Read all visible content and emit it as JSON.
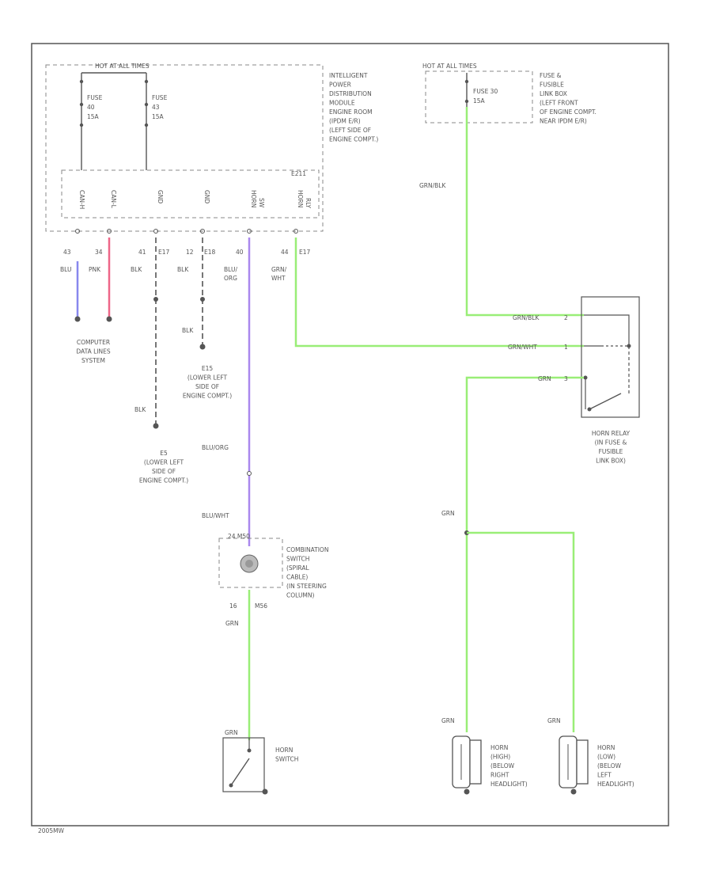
{
  "colors": {
    "frame": "#555555",
    "grn": "#99ee77",
    "blu": "#8888ee",
    "blu_org": "#aa88ee",
    "pnk": "#ee6688",
    "blk": "#555555",
    "dashed_box": "#888888"
  },
  "ipdm": {
    "hot_label": "HOT AT ALL TIMES",
    "fuse1": [
      "FUSE",
      "40",
      "15A"
    ],
    "fuse2": [
      "FUSE",
      "43",
      "15A"
    ],
    "desc": [
      "INTELLIGENT",
      "POWER",
      "DISTRIBUTION",
      "MODULE",
      "ENGINE ROOM",
      "(IPDM E/R)",
      "(LEFT SIDE OF",
      "ENGINE COMPT.)"
    ],
    "conn_label": "E211",
    "pins": [
      "CAN-H",
      "CAN-L",
      "GND",
      "GND",
      "HORN",
      "HORN"
    ],
    "pin_sub": [
      "",
      "",
      "",
      "",
      "SW",
      "RLY"
    ]
  },
  "fuse_link_box": {
    "hot_label": "HOT AT ALL TIMES",
    "fuse": [
      "FUSE 30",
      "15A"
    ],
    "desc": [
      "FUSE &",
      "FUSIBLE",
      "LINK BOX",
      "(LEFT FRONT",
      "OF ENGINE COMPT.",
      "NEAR IPDM E/R)"
    ]
  },
  "wires": {
    "w1": {
      "pin": "43",
      "color": "BLU"
    },
    "w2": {
      "pin": "34",
      "color": "PNK"
    },
    "w3": {
      "pin": "41",
      "conn": "E17",
      "color": "BLK"
    },
    "w4": {
      "pin": "12",
      "conn": "E18",
      "color": "BLK"
    },
    "w5": {
      "pin": "40",
      "color_a": "BLU/",
      "color_b": "ORG"
    },
    "w6": {
      "pin": "44",
      "conn": "E17",
      "color_a": "GRN/",
      "color_b": "WHT"
    },
    "grn_blk_top": "GRN/BLK",
    "relay_in1": {
      "color": "GRN/BLK",
      "pin": "2"
    },
    "relay_in2": {
      "color": "GRN/WHT",
      "pin": "1"
    },
    "relay_out": {
      "color": "GRN",
      "pin": "3"
    },
    "blk_e15": "BLK",
    "blk_e5": "BLK",
    "blu_org_mid": "BLU/ORG",
    "blu_wht": "BLU/WHT",
    "grn_right": "GRN",
    "grn_horn_sw": "GRN",
    "grn_horn_sw_top": "GRN",
    "grn_horn_hi": "GRN",
    "grn_horn_lo": "GRN"
  },
  "computer_data": [
    "COMPUTER",
    "DATA LINES",
    "SYSTEM"
  ],
  "ground_e15": [
    "E15",
    "(LOWER LEFT",
    "SIDE OF",
    "ENGINE COMPT.)"
  ],
  "ground_e5": [
    "E5",
    "(LOWER LEFT",
    "SIDE OF",
    "ENGINE COMPT.)"
  ],
  "horn_relay": [
    "HORN RELAY",
    "(IN FUSE &",
    "FUSIBLE",
    "LINK BOX)"
  ],
  "combination_switch": {
    "conn": "24  M50",
    "pins": [
      "16",
      "M56"
    ],
    "desc": [
      "COMBINATION",
      "SWITCH",
      "(SPIRAL",
      "CABLE)",
      "(IN STEERING",
      "COLUMN)"
    ]
  },
  "horn_switch": [
    "HORN",
    "SWITCH"
  ],
  "horn_high": [
    "HORN",
    "(HIGH)",
    "(BELOW",
    "RIGHT",
    "HEADLIGHT)"
  ],
  "horn_low": [
    "HORN",
    "(LOW)",
    "(BELOW",
    "LEFT",
    "HEADLIGHT)"
  ],
  "figure_id": "2005MW"
}
